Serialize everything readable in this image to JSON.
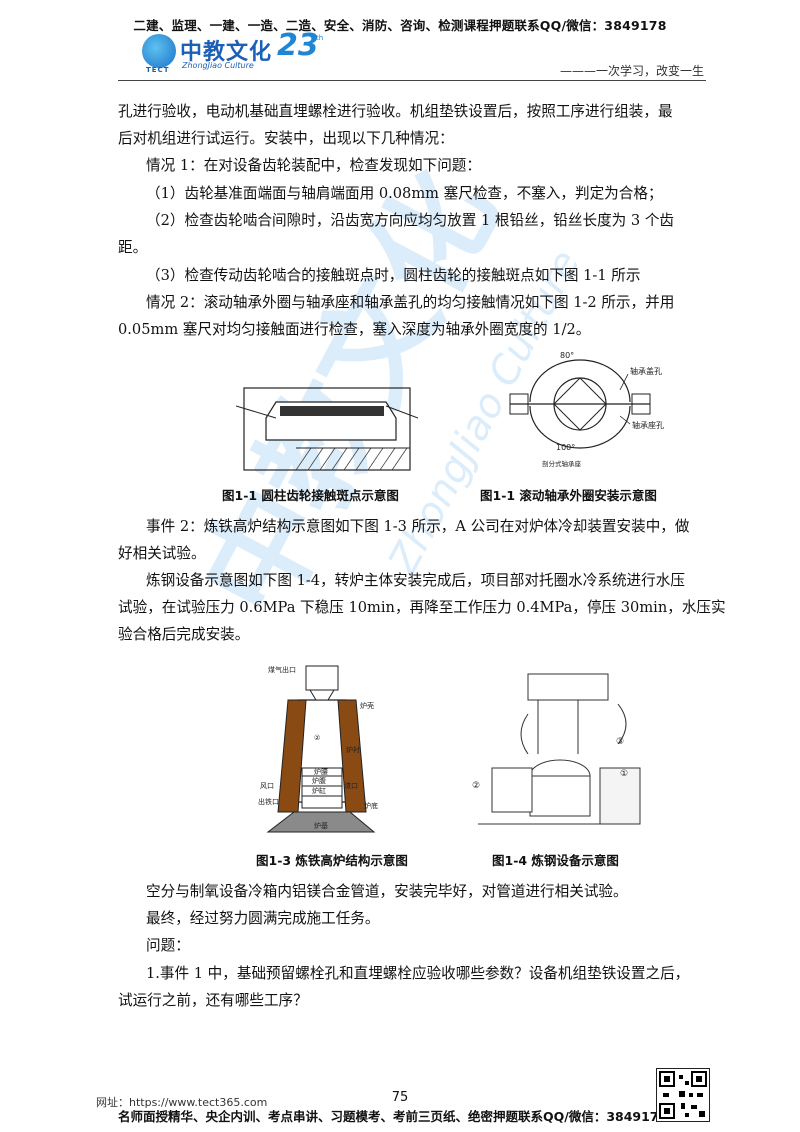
{
  "header": {
    "top_banner": "二建、监理、一建、一造、二造、安全、消防、咨询、检测课程押题联系QQ/微信：3849178",
    "logo": {
      "name": "中教文化",
      "english": "ZhongJiao Culture",
      "abbr": "TECT",
      "anniversary": "23",
      "suffix": "th"
    },
    "slogan": "———一次学习，改变一生"
  },
  "paragraphs": {
    "p1a": "孔进行验收，电动机基础直埋螺栓进行验收。机组垫铁设置后，按照工序进行组装，最",
    "p1b": "后对机组进行试运行。安装中，出现以下几种情况：",
    "p2": "情况 1：在对设备齿轮装配中，检查发现如下问题：",
    "p3": "（1）齿轮基准面端面与轴肩端面用 0.08mm 塞尺检查，不塞入，判定为合格；",
    "p4a": "（2）检查齿轮啮合间隙时，沿齿宽方向应均匀放置 1 根铅丝，铅丝长度为 3 个齿",
    "p4b": "距。",
    "p5": "（3）检查传动齿轮啮合的接触斑点时，圆柱齿轮的接触斑点如下图 1-1 所示",
    "p6a": "情况 2：滚动轴承外圈与轴承座和轴承盖孔的均匀接触情况如下图 1-2 所示，并用",
    "p6b": "0.05mm 塞尺对均匀接触面进行检查，塞入深度为轴承外圈宽度的 1/2。",
    "p7a": "事件 2：炼铁高炉结构示意图如下图 1-3 所示，A 公司在对炉体冷却装置安装中，做",
    "p7b": "好相关试验。",
    "p8a": "炼钢设备示意图如下图 1-4，转炉主体安装完成后，项目部对托圈水冷系统进行水压",
    "p8b": "试验，在试验压力 0.6MPa 下稳压 10min，再降至工作压力 0.4MPa，停压 30min，水压实",
    "p8c": "验合格后完成安装。",
    "p9": "空分与制氧设备冷箱内铝镁合金管道，安装完毕好，对管道进行相关试验。",
    "p10": "最终，经过努力圆满完成施工任务。",
    "p11": "问题：",
    "p12a": "1.事件 1 中，基础预留螺栓孔和直埋螺栓应验收哪些参数？设备机组垫铁设置之后，",
    "p12b": "试运行之前，还有哪些工序？"
  },
  "figures": {
    "fig1_caption": "图1-1  圆柱齿轮接触斑点示意图",
    "fig2_caption": "图1-1  滚动轴承外圈安装示意图",
    "fig2_labels": {
      "angle_top": "80°",
      "angle_bottom": "100°",
      "cover_hole": "轴承盖孔",
      "seat_hole": "轴承座孔",
      "split": "剖分式轴承座"
    },
    "fig3_caption": "图1-3  炼铁高炉结构示意图",
    "fig3_labels": {
      "gas_outlet": "煤气出口",
      "shell": "炉壳",
      "lining": "炉衬",
      "waist": "炉腰",
      "belly": "炉腹",
      "hearth": "炉缸",
      "tuyere": "风口",
      "slag": "渣口",
      "iron": "出铁口",
      "bottom": "炉底",
      "base": "炉基",
      "num": "②"
    },
    "fig4_caption": "图1-4  炼钢设备示意图",
    "fig4_labels": {
      "n1": "①",
      "n2": "②",
      "n3": "③"
    }
  },
  "watermark": {
    "big": "中教文化",
    "small": "ZhongJiao Culture"
  },
  "footer": {
    "page_number": "75",
    "url": "网址：https://www.tect365.com",
    "main": "名师面授精华、央企内训、考点串讲、习题模考、考前三页纸、绝密押题联系QQ/微信：3849178"
  }
}
